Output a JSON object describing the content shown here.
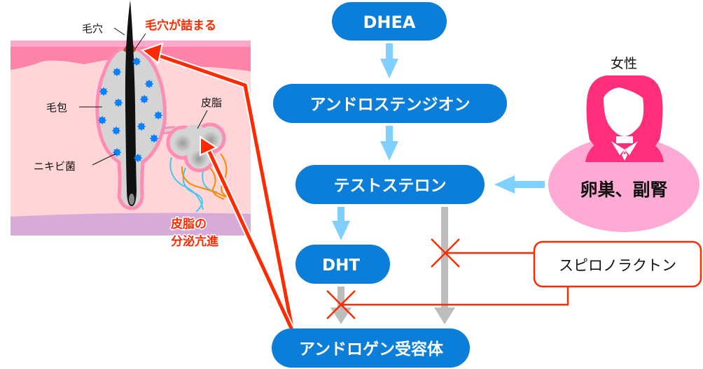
{
  "colors": {
    "node_blue": "#0a7ed8",
    "arrow_light_blue": "#7fd0ff",
    "arrow_gray": "#bdbdbd",
    "block_red": "#ff2a00",
    "pink_ellipse": "#ffaad4",
    "woman_pink": "#ff2e7a",
    "skin_top": "#ffa8cc",
    "skin_dermis": "#ff82a8",
    "skin_inner": "#ffd5d8",
    "skin_bottom": "#d7aad8",
    "follicle_fill": "#d4d4d4",
    "follicle_border": "#ff8cb4",
    "bacteria_blue": "#0a80ff"
  },
  "skin_diagram": {
    "labels": {
      "pore": "毛穴",
      "pore_clogged": "毛穴が詰まる",
      "follicle": "毛包",
      "acne_bacteria": "ニキビ菌",
      "sebum": "皮脂",
      "sebum_increase_line1": "皮脂の",
      "sebum_increase_line2": "分泌亢進"
    }
  },
  "pathway": {
    "nodes": {
      "dhea": "DHEA",
      "androstenedione": "アンドロステンジオン",
      "testosterone": "テストステロン",
      "dht": "DHT",
      "androgen_receptor": "アンドロゲン受容体"
    },
    "source": {
      "title": "女性",
      "organs": "卵巣、副腎"
    },
    "inhibitor": {
      "label": "スピロノラクトン"
    }
  }
}
